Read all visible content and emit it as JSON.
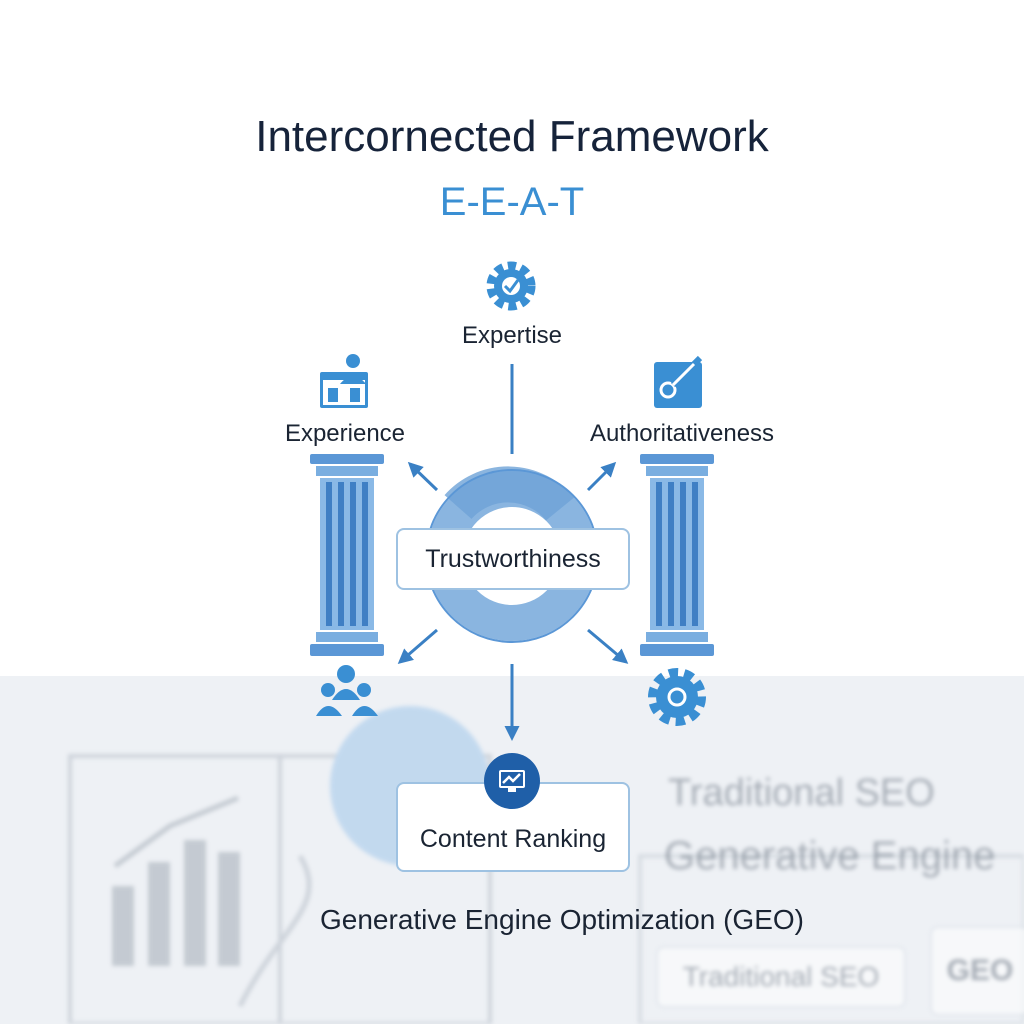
{
  "diagram": {
    "title": "Intercornected Framework",
    "subtitle": "E-E-A-T",
    "nodes": {
      "expertise": {
        "label": "Expertise",
        "icon": "gear-check-icon"
      },
      "experience": {
        "label": "Experience",
        "icon": "person-window-icon"
      },
      "authoritativeness": {
        "label": "Authoritativeness",
        "icon": "pen-document-icon"
      },
      "trustworthiness": {
        "label": "Trustworthiness"
      },
      "content_ranking": {
        "label": "Content Ranking",
        "icon": "chart-monitor-icon"
      }
    },
    "side_icons": {
      "bottom_left": "people-group-icon",
      "bottom_right": "gear-icon"
    },
    "footer": "Generative Engine Optimization (GEO)",
    "background": {
      "heading1": "Traditional SEO",
      "heading2": "Generative Engine",
      "chip1": "Traditional SEO",
      "chip2": "GEO"
    },
    "colors": {
      "accent": "#3a8fd3",
      "ring": "#8ab5e0",
      "pillar": "#5b97d6",
      "dark_text": "#16233a"
    }
  }
}
